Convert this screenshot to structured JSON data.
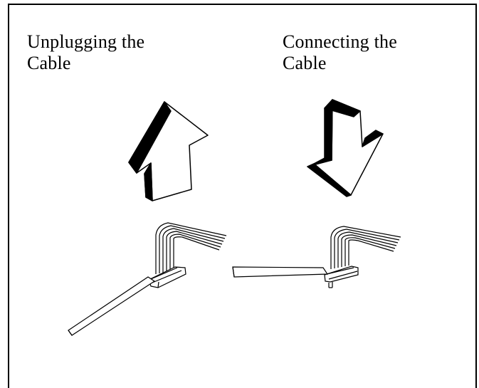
{
  "panels": {
    "left": {
      "caption_line1": "Unplugging the",
      "caption_line2": "Cable",
      "arrow": "up-arrow-icon"
    },
    "right": {
      "caption_line1": "Connecting the",
      "caption_line2": "Cable",
      "arrow": "down-arrow-icon"
    }
  },
  "colors": {
    "ink": "#000000",
    "paper": "#ffffff"
  }
}
